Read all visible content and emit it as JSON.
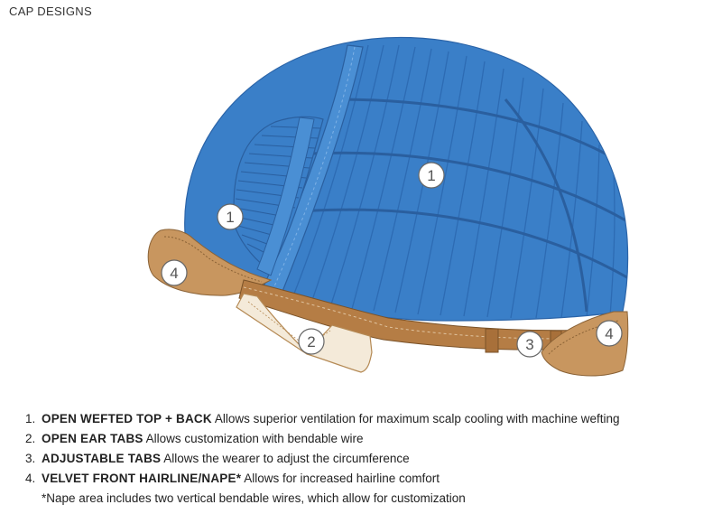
{
  "title": "CAP DESIGNS",
  "callouts": {
    "top": "1",
    "side": "1",
    "ear": "2",
    "tab": "3",
    "front": "4",
    "nape": "4"
  },
  "legend": [
    {
      "number": "1.",
      "label": "OPEN WEFTED TOP + BACK",
      "description": "Allows superior ventilation for maximum scalp cooling with machine wefting"
    },
    {
      "number": "2.",
      "label": "OPEN EAR TABS",
      "description": "Allows customization with bendable wire"
    },
    {
      "number": "3.",
      "label": "ADJUSTABLE TABS",
      "description": "Allows the wearer to adjust the circumference"
    },
    {
      "number": "4.",
      "label": "VELVET FRONT HAIRLINE/NAPE*",
      "description": "Allows for increased hairline comfort"
    }
  ],
  "footnote": "*Nape area includes two vertical bendable wires, which allow for customization",
  "colors": {
    "cap_blue": "#3a7fc8",
    "line_blue": "#2a5f9f",
    "tan": "#c8965f",
    "strap": "#b57d45",
    "ear_tab": "#f4ead9"
  }
}
